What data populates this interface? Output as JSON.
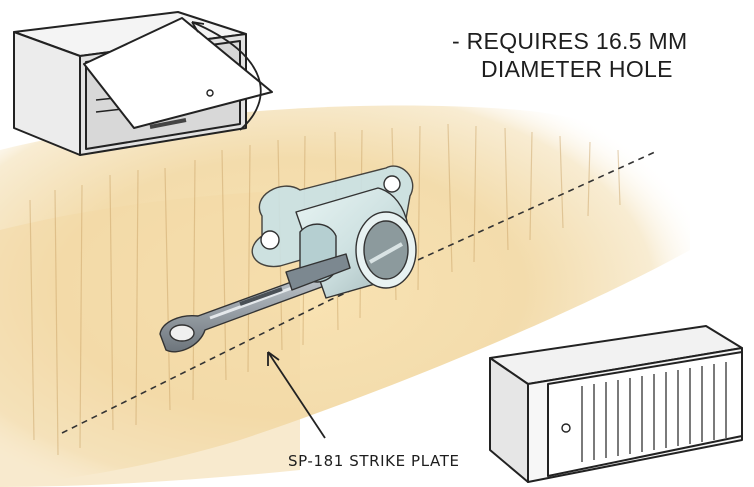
{
  "annotations": {
    "requirement_line1": "- REQUIRES 16.5 MM",
    "requirement_line2": "DIAMETER HOLE",
    "strike_plate_label": "SP-181 STRIKE PLATE"
  },
  "colors": {
    "wood_light": "#f8e6c0",
    "wood_mid": "#ecd09a",
    "wood_grain": "#c9a46a",
    "metal": "#a9b1b8",
    "metal_dark": "#5f676e",
    "lock_body": "#d9ecec",
    "outline": "#222222"
  }
}
